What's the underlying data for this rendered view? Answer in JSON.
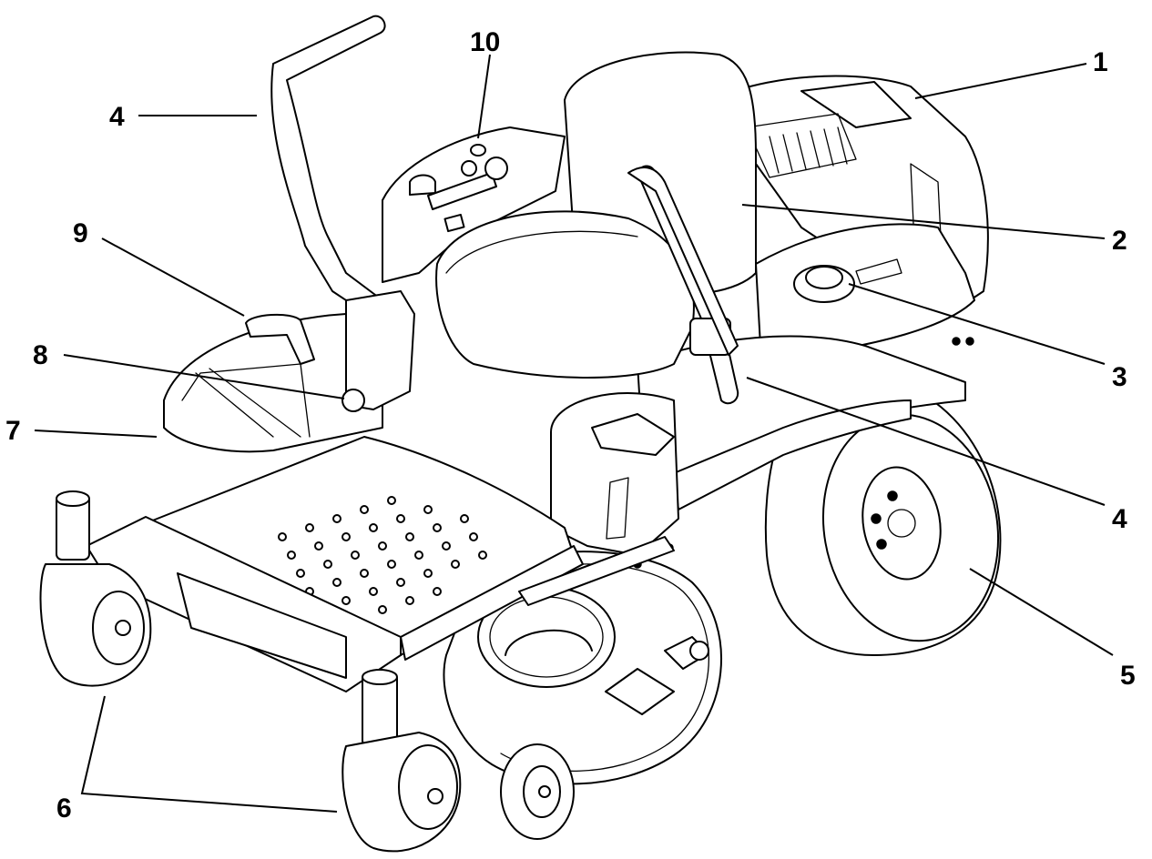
{
  "figure": {
    "subject": "zero-turn riding mower with callouts",
    "callouts": [
      {
        "id": "c1",
        "label": "1"
      },
      {
        "id": "c2",
        "label": "2"
      },
      {
        "id": "c3",
        "label": "3"
      },
      {
        "id": "c4a",
        "label": "4"
      },
      {
        "id": "c4b",
        "label": "4"
      },
      {
        "id": "c5",
        "label": "5"
      },
      {
        "id": "c6",
        "label": "6"
      },
      {
        "id": "c7",
        "label": "7"
      },
      {
        "id": "c8",
        "label": "8"
      },
      {
        "id": "c9",
        "label": "9"
      },
      {
        "id": "c10",
        "label": "10"
      }
    ]
  },
  "colors": {
    "ink": "#000000",
    "background": "#ffffff"
  }
}
